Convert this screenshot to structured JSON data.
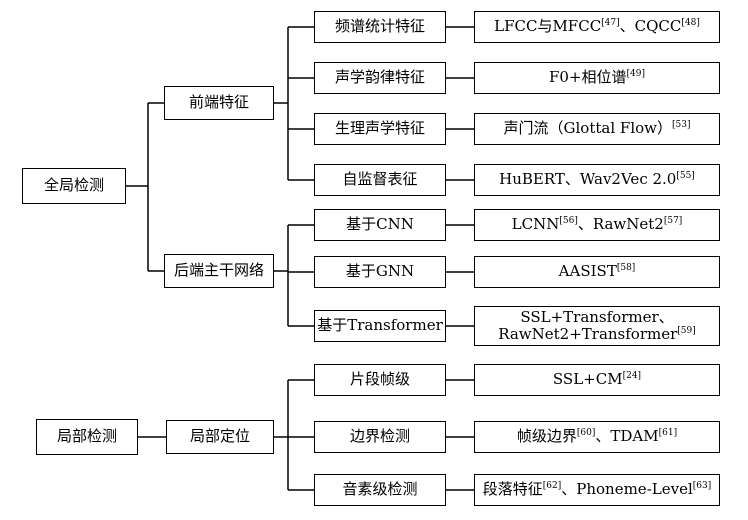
{
  "root_global": "全局检测",
  "root_local": "局部检测",
  "mid": {
    "frontend": "前端特征",
    "backbone": "后端主干网络",
    "localization": "局部定位"
  },
  "features": [
    {
      "label": "频谱统计特征",
      "detail": [
        [
          "LFCC与MFCC",
          "[47]"
        ],
        [
          "、CQCC",
          "[48]"
        ]
      ]
    },
    {
      "label": "声学韵律特征",
      "detail": [
        [
          "F0+相位谱",
          "[49]"
        ]
      ]
    },
    {
      "label": "生理声学特征",
      "detail": [
        [
          "声门流（Glottal Flow）",
          "[53]"
        ]
      ]
    },
    {
      "label": "自监督表征",
      "detail": [
        [
          "HuBERT、Wav2Vec 2.0",
          "[55]"
        ]
      ]
    }
  ],
  "networks": [
    {
      "label": "基于CNN",
      "detail": [
        [
          "LCNN",
          "[56]"
        ],
        [
          "、RawNet2",
          "[57]"
        ]
      ]
    },
    {
      "label": "基于GNN",
      "detail": [
        [
          "AASIST",
          "[58]"
        ]
      ]
    },
    {
      "label": "基于Transformer",
      "detail_lines": [
        [
          [
            "SSL+Transformer、",
            ""
          ]
        ],
        [
          [
            "RawNet2+Transformer",
            "[59]"
          ]
        ]
      ]
    }
  ],
  "local_methods": [
    {
      "label": "片段帧级",
      "detail": [
        [
          "SSL+CM",
          "[24]"
        ]
      ]
    },
    {
      "label": "边界检测",
      "detail": [
        [
          "帧级边界",
          "[60]"
        ],
        [
          "、TDAM",
          "[61]"
        ]
      ]
    },
    {
      "label": "音素级检测",
      "detail": [
        [
          "段落特征",
          "[62]"
        ],
        [
          "、Phoneme-Level",
          "[63]"
        ]
      ]
    }
  ]
}
